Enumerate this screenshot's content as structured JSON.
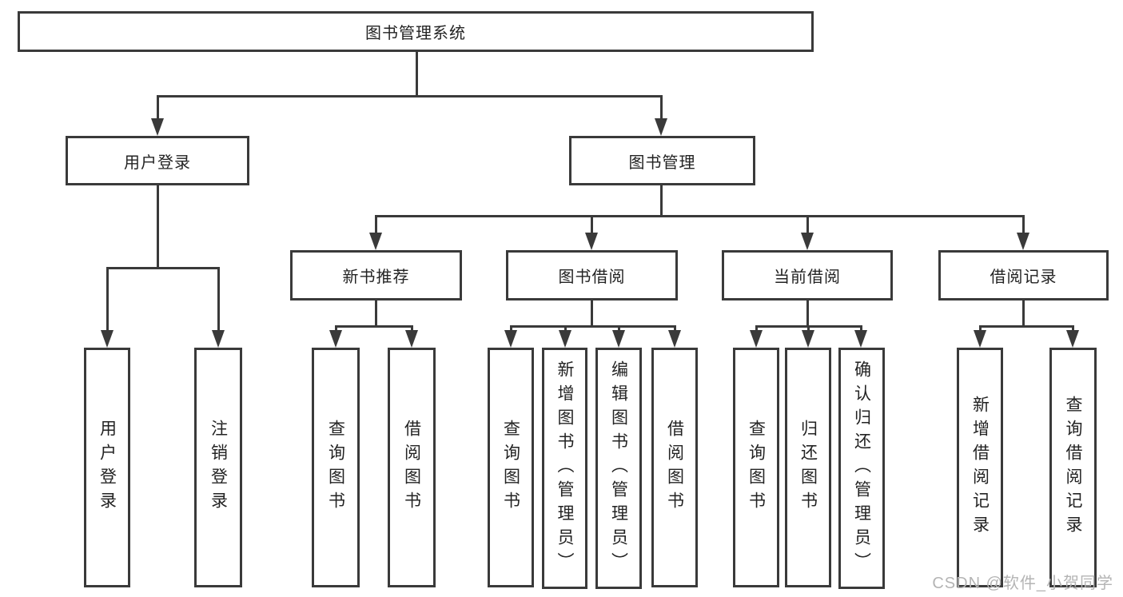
{
  "tree": {
    "root": {
      "label": "图书管理系统"
    },
    "branches": [
      {
        "label": "用户登录",
        "children": [
          {
            "label": "用户登录"
          },
          {
            "label": "注销登录"
          }
        ]
      },
      {
        "label": "图书管理",
        "children": [
          {
            "label": "新书推荐",
            "children": [
              {
                "label": "查询图书"
              },
              {
                "label": "借阅图书"
              }
            ]
          },
          {
            "label": "图书借阅",
            "children": [
              {
                "label": "查询图书"
              },
              {
                "label": "新增图书（管理员）"
              },
              {
                "label": "编辑图书（管理员）"
              },
              {
                "label": "借阅图书"
              }
            ]
          },
          {
            "label": "当前借阅",
            "children": [
              {
                "label": "查询图书"
              },
              {
                "label": "归还图书"
              },
              {
                "label": "确认归还（管理员）"
              }
            ]
          },
          {
            "label": "借阅记录",
            "children": [
              {
                "label": "新增借阅记录"
              },
              {
                "label": "查询借阅记录"
              }
            ]
          }
        ]
      }
    ]
  },
  "watermark": {
    "text": "CSDN @软件_小贺同学"
  },
  "colors": {
    "line": "#3a3a3a",
    "text": "#232323",
    "watermark": "#b4b4b4",
    "background": "#ffffff"
  }
}
